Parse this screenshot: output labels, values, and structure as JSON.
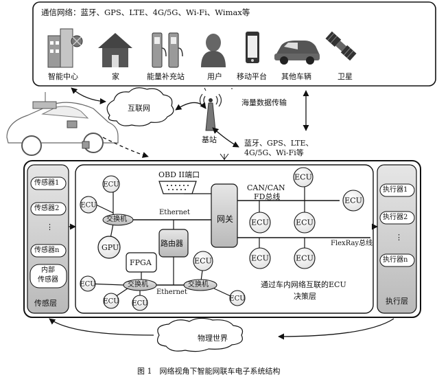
{
  "top_box": {
    "heading": "通信网络：蓝牙、GPS、LTE、4G/5G、Wi-Fi、Wimax等",
    "nodes": [
      "智能中心",
      "家",
      "能量补充站",
      "用户",
      "移动平台",
      "其他车辆",
      "卫星"
    ]
  },
  "internet": "互联网",
  "base_station": "基站",
  "mass_data": "海量数据传输",
  "wireless_line1": "蓝牙、GPS、LTE、",
  "wireless_line2": "4G/5G、Wi-Fi等",
  "obd": "OBD II端口",
  "can_line1": "CAN/CAN",
  "can_line2": "FD总线",
  "ethernet_top": "Ethernet",
  "ethernet_bottom": "Ethernet",
  "gateway": "网关",
  "router": "路由器",
  "switch": "交换机",
  "ecu": "ECU",
  "gpu": "GPU",
  "fpga": "FPGA",
  "flexray": "FlexRay总线",
  "decision_line1": "通过车内网络互联的ECU",
  "decision_line2": "决策层",
  "sensors": [
    "传感器1",
    "传感器2",
    "⋮",
    "传感器n"
  ],
  "internal_sensor_line1": "内部",
  "internal_sensor_line2": "传感器",
  "sensor_layer": "传感层",
  "actuators": [
    "执行器1",
    "执行器2",
    "⋮",
    "执行器n"
  ],
  "actuator_layer": "执行层",
  "physical_world": "物理世界",
  "caption": "图 1　网络视角下智能网联车电子系统结构"
}
